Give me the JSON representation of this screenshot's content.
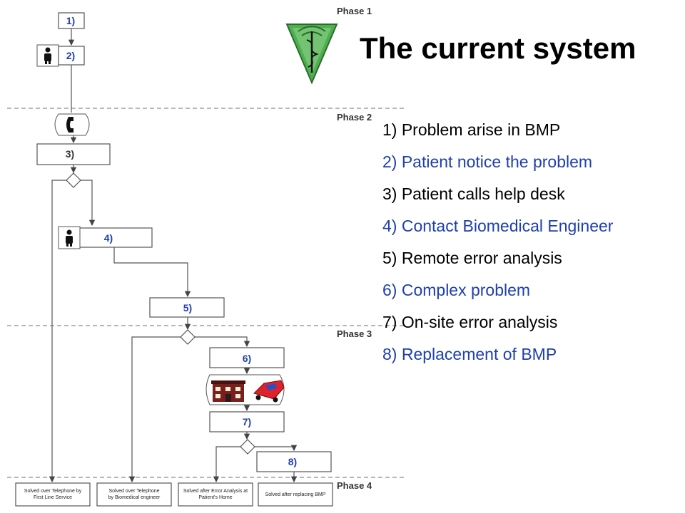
{
  "title": "The current system",
  "phases": [
    "Phase 1",
    "Phase 2",
    "Phase 3",
    "Phase 4"
  ],
  "steps": [
    {
      "label": "1)",
      "text": "1) Problem arise in BMP"
    },
    {
      "label": "2)",
      "text": "2) Patient notice the problem"
    },
    {
      "label": "3)",
      "text": "3) Patient calls help desk"
    },
    {
      "label": "4)",
      "text": "4) Contact Biomedical Engineer"
    },
    {
      "label": "5)",
      "text": "5) Remote error analysis"
    },
    {
      "label": "6)",
      "text": "6) Complex problem"
    },
    {
      "label": "7)",
      "text": "7) On-site error analysis"
    },
    {
      "label": "8)",
      "text": "8) Replacement of BMP"
    }
  ],
  "outcomes": [
    {
      "line1": "Solved over Telephone by",
      "line2": "First Line Service"
    },
    {
      "line1": "Solved over Telephone",
      "line2": "by Biomedical engineer"
    },
    {
      "line1": "Solved after Error Analysis at",
      "line2": "Patient's Home"
    },
    {
      "line1": "Solved after replacing BMP",
      "line2": ""
    }
  ],
  "colors": {
    "step_label": "#1f3fae",
    "legend_first": "#000000",
    "legend_rest": "#1f3fae",
    "phase_line": "#8c8c8c",
    "box_border": "#555555",
    "logo_green": "#3f9a3c"
  },
  "icons": [
    "person-icon",
    "telephone-icon",
    "caduceus-logo-icon",
    "house-icon",
    "car-icon"
  ]
}
